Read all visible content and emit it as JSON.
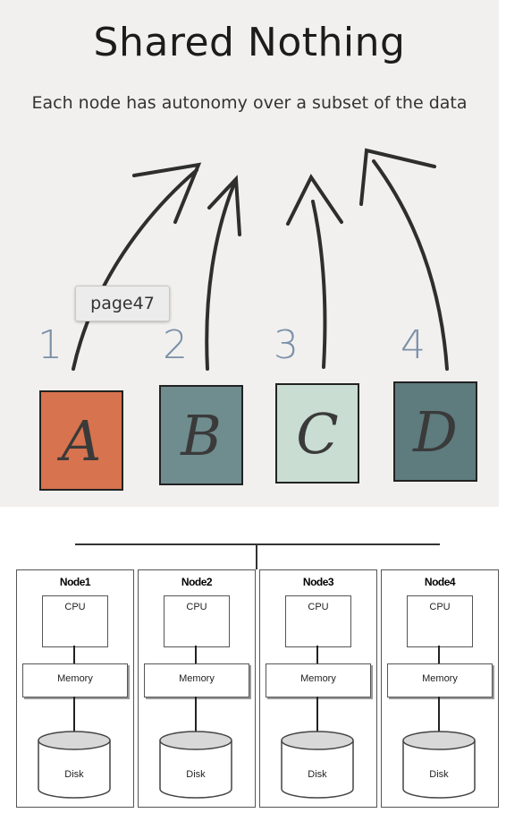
{
  "sketch": {
    "title": "Shared Nothing",
    "subtitle": "Each node has autonomy over a subset of the data",
    "tooltip": "page47",
    "nodes": [
      {
        "number": "1",
        "letter": "A",
        "color": "#d7734e"
      },
      {
        "number": "2",
        "letter": "B",
        "color": "#6f8c8e"
      },
      {
        "number": "3",
        "letter": "C",
        "color": "#c9ddd2"
      },
      {
        "number": "4",
        "letter": "D",
        "color": "#5e7b7e"
      }
    ]
  },
  "architecture": {
    "nodes": [
      {
        "title": "Node1",
        "cpu": "CPU",
        "memory": "Memory",
        "disk": "Disk"
      },
      {
        "title": "Node2",
        "cpu": "CPU",
        "memory": "Memory",
        "disk": "Disk"
      },
      {
        "title": "Node3",
        "cpu": "CPU",
        "memory": "Memory",
        "disk": "Disk"
      },
      {
        "title": "Node4",
        "cpu": "CPU",
        "memory": "Memory",
        "disk": "Disk"
      }
    ]
  }
}
